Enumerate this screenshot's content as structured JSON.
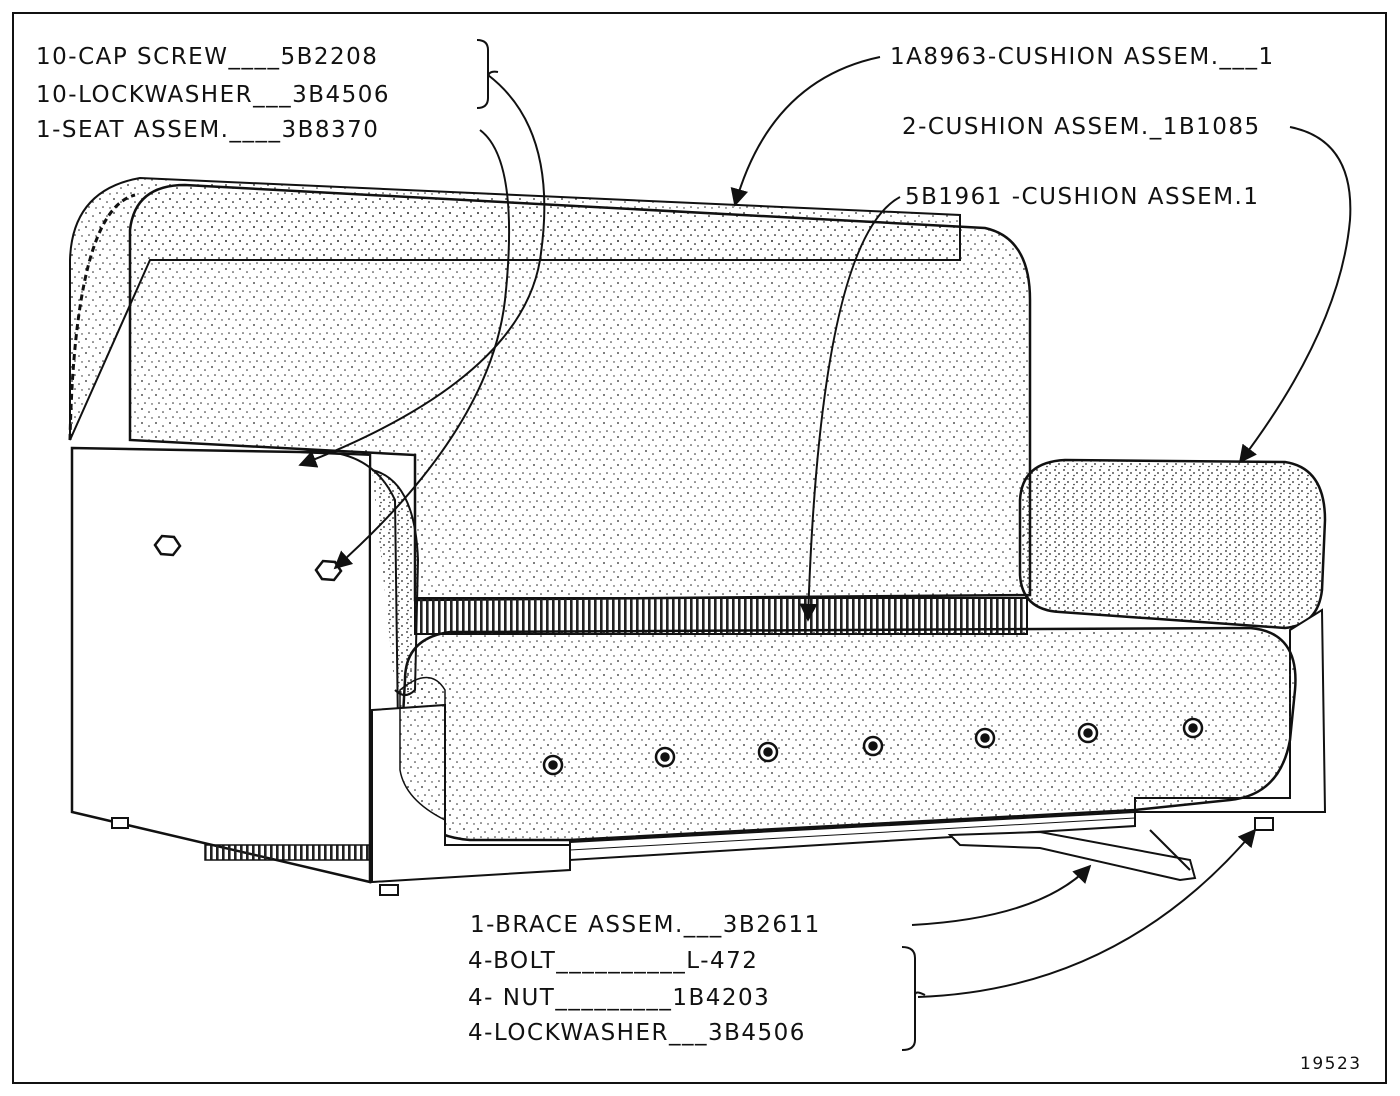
{
  "labels_top_left": [
    "10-CAP SCREW____5B2208",
    "10-LOCKWASHER___3B4506",
    "1-SEAT ASSEM.____3B8370"
  ],
  "labels_top_right": [
    "1A8963-CUSHION ASSEM.___1",
    "2-CUSHION ASSEM._1B1085",
    "5B1961 -CUSHION ASSEM.1"
  ],
  "labels_bottom": [
    "1-BRACE ASSEM.___3B2611",
    "4-BOLT__________L-472",
    "4- NUT_________1B4203",
    "4-LOCKWASHER___3B4506"
  ],
  "figure_number": "19523"
}
